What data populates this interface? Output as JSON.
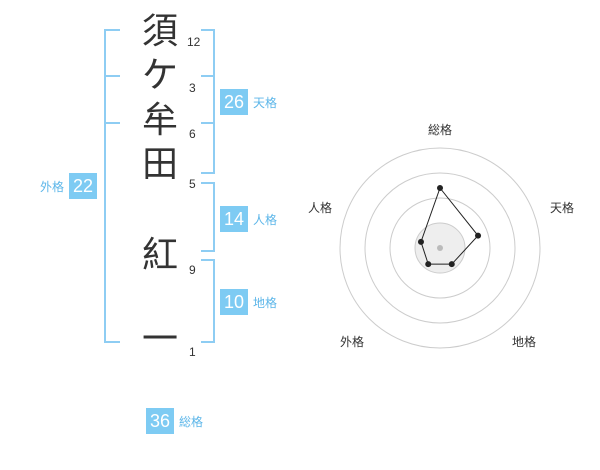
{
  "name": {
    "chars": [
      {
        "char": "須",
        "strokes": "12"
      },
      {
        "char": "ケ",
        "strokes": "3"
      },
      {
        "char": "牟",
        "strokes": "6"
      },
      {
        "char": "田",
        "strokes": "5"
      },
      {
        "char": "紅",
        "strokes": "9"
      },
      {
        "char": "一",
        "strokes": "1"
      }
    ]
  },
  "fortune": {
    "tenkaku": {
      "value": "26",
      "label": "天格"
    },
    "jinkaku": {
      "value": "14",
      "label": "人格"
    },
    "chikaku": {
      "value": "10",
      "label": "地格"
    },
    "gaikaku": {
      "value": "22",
      "label": "外格"
    },
    "soukaku": {
      "value": "36",
      "label": "総格"
    }
  },
  "radar": {
    "axis_labels": {
      "top": "総格",
      "right": "天格",
      "bottom_right": "地格",
      "bottom_left": "外格",
      "left": "人格"
    },
    "max": 5,
    "values": {
      "soukaku": 3,
      "tenkaku": 2,
      "chikaku": 1,
      "gaikaku": 1,
      "jinkaku": 1
    },
    "colors": {
      "ring": "#cccccc",
      "area": "#eeeeee",
      "line": "#222222",
      "point": "#222222",
      "center": "#bbbbbb"
    }
  }
}
